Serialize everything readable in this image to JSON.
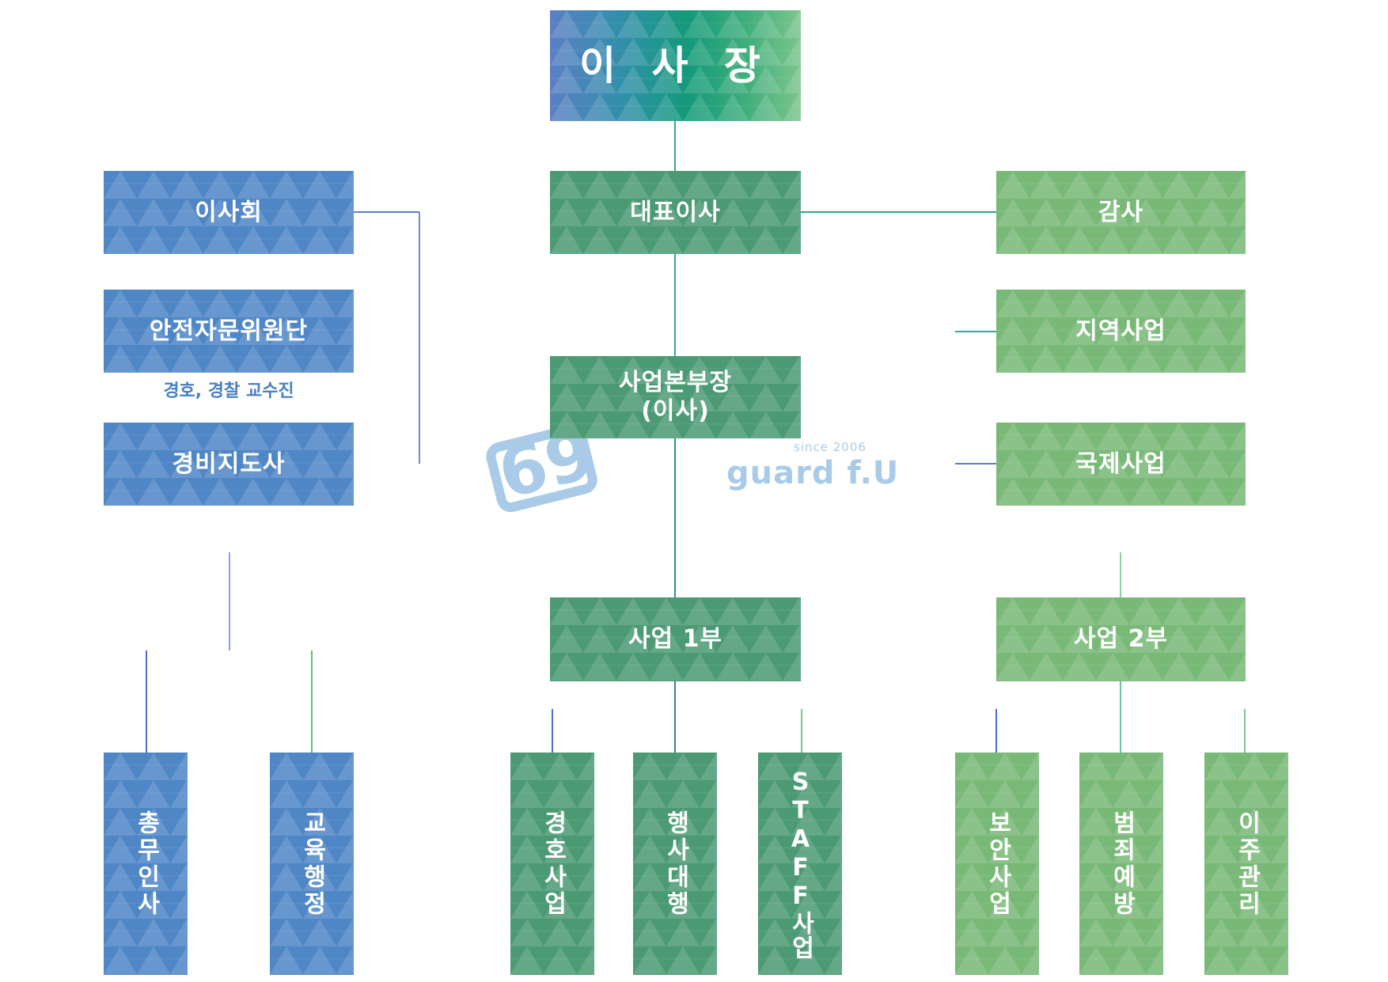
{
  "chart_title": "",
  "nodes": {
    "chairman": {
      "label": "이 사 장"
    },
    "ceo": {
      "label": "대표이사"
    },
    "board": {
      "label": "이사회"
    },
    "safety_advisory": {
      "label": "안전자문위원단",
      "note": "경호, 경찰 교수진"
    },
    "security_instructor": {
      "label": "경비지도사"
    },
    "auditor": {
      "label": "감사"
    },
    "regional_business": {
      "label": "지역사업"
    },
    "international_business": {
      "label": "국제사업"
    },
    "business_hq": {
      "label": "사업본부장\n(이사)",
      "line1": "사업본부장",
      "line2": "(이사)"
    },
    "business_dept_1": {
      "label": "사업 1부"
    },
    "business_dept_2": {
      "label": "사업 2부"
    },
    "general_affairs": {
      "label": "총무인사"
    },
    "education_admin": {
      "label": "교육행정"
    },
    "escort_business": {
      "label": "경호사업"
    },
    "event_agency": {
      "label": "행사대행"
    },
    "staff_business": {
      "label": "STAFF사업"
    },
    "security_business": {
      "label": "보안사업"
    },
    "crime_prevention": {
      "label": "범죄예방"
    },
    "relocation_management": {
      "label": "이주관리"
    }
  },
  "watermark": {
    "logo_text": "69",
    "since": "since 2006",
    "brand": "guard f.U"
  },
  "colors": {
    "blue": "#4f86c6",
    "mid_green": "#4b9a74",
    "light_green": "#79b977",
    "line_blue": "#5b7fc4",
    "line_teal": "#1f9a8a",
    "line_green": "#7cc58c",
    "watermark": "#a9cbe8"
  }
}
